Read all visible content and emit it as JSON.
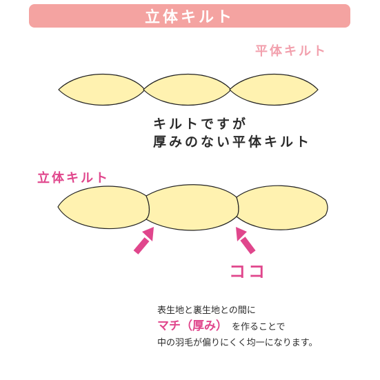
{
  "header": {
    "title": "立体キルト"
  },
  "flat_quilt": {
    "label": "平体キルト"
  },
  "middle_note": {
    "line1": "キルトですが",
    "line2": "厚みのない平体キルト"
  },
  "dimensional_quilt": {
    "label": "立体キルト"
  },
  "callout": {
    "label": "ココ"
  },
  "description": {
    "line1": "表生地と裏生地との間に",
    "line2_emphasis": "マチ（厚み）",
    "line2_rest": "を作ることで",
    "line3": "中の羽毛が偏りにくく均一になります。"
  },
  "colors": {
    "header_bg": "#f4a3a1",
    "fill_cream": "#fff2b0",
    "accent_pink": "#e0468c",
    "light_pink": "#f2a0ad",
    "outline": "#222222"
  }
}
